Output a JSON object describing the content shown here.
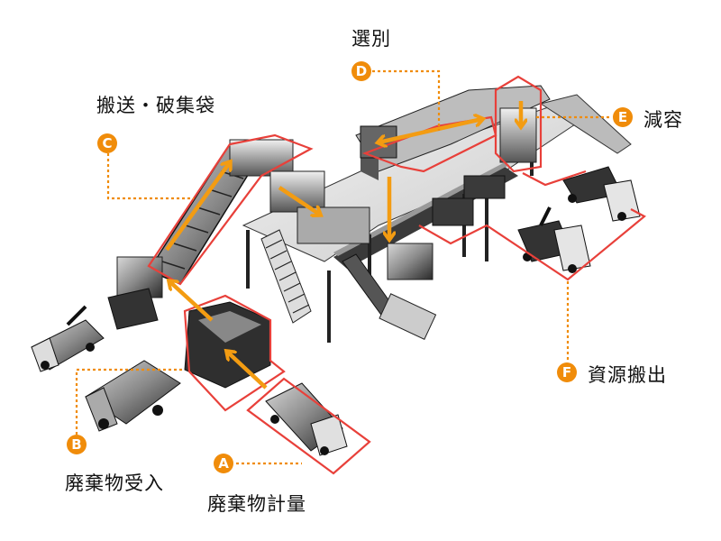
{
  "title": "廃棄物処理施設 工程図",
  "colors": {
    "badge": "#f08c0a",
    "arrow": "#f39c12",
    "outline": "#e8403a",
    "leader": "#f08c0a"
  },
  "steps": [
    {
      "letter": "A",
      "label": "廃棄物計量"
    },
    {
      "letter": "B",
      "label": "廃棄物受入"
    },
    {
      "letter": "C",
      "label": "搬送・破集袋"
    },
    {
      "letter": "D",
      "label": "選別"
    },
    {
      "letter": "E",
      "label": "減容"
    },
    {
      "letter": "F",
      "label": "資源搬出"
    }
  ]
}
